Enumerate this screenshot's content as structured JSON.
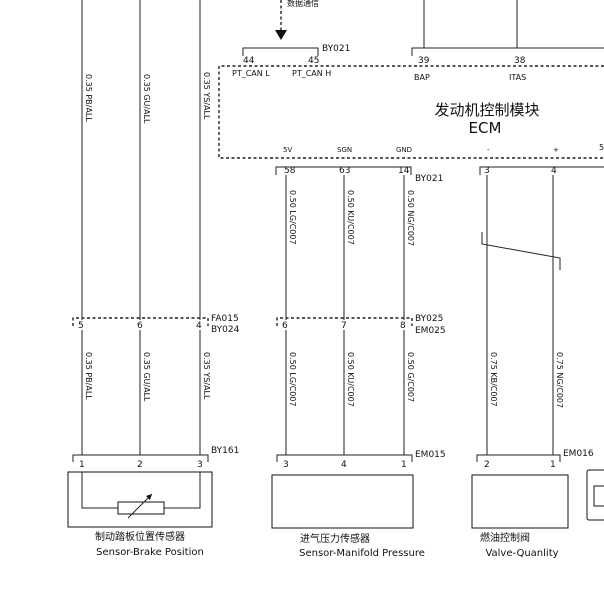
{
  "top_note": "数据通信",
  "ecm": {
    "name_cn": "发动机控制模块",
    "name_en": "ECM",
    "pins_top": [
      {
        "num": "44",
        "label": "PT_CAN L"
      },
      {
        "num": "45",
        "label": "PT_CAN H"
      },
      {
        "num": "39",
        "label": "BAP"
      },
      {
        "num": "38",
        "label": "ITAS"
      }
    ],
    "pins_bottom": [
      {
        "num": "58",
        "label": "5V"
      },
      {
        "num": "63",
        "label": "SGN"
      },
      {
        "num": "14",
        "label": "GND"
      },
      {
        "num": "3",
        "label": "-"
      },
      {
        "num": "4",
        "label": "+"
      },
      {
        "num": "5",
        "label": ""
      }
    ],
    "conn_top": "BY021",
    "conn_bottom": "BY021"
  },
  "wires": {
    "left_upper": [
      "0.35 PB/ALL",
      "0.35 GU/ALL",
      "0.35 YS/ALL"
    ],
    "left_lower": [
      "0.35 PB/ALL",
      "0.35 GU/ALL",
      "0.35 YS/ALL"
    ],
    "mid_upper": [
      "0.50 LG/C007",
      "0.50 KU/C007",
      "0.50 NG/C007"
    ],
    "mid_lower": [
      "0.50 LG/C007",
      "0.50 KU/C007",
      "0.50 G/C007"
    ],
    "right_lower": [
      "0.75 KB/C007",
      "0.75 NG/C007"
    ]
  },
  "connectors": {
    "fa015": {
      "line1": "FA015",
      "line2": "BY024",
      "pins": [
        "5",
        "6",
        "4"
      ]
    },
    "by025": {
      "line1": "BY025",
      "line2": "EM025",
      "pins": [
        "6",
        "7",
        "8"
      ]
    },
    "by161": {
      "label": "BY161",
      "pins": [
        "1",
        "2",
        "3"
      ]
    },
    "em015": {
      "label": "EM015",
      "pins": [
        "3",
        "4",
        "1"
      ]
    },
    "em016": {
      "label": "EM016",
      "pins": [
        "2",
        "1"
      ]
    }
  },
  "components": {
    "brake": {
      "cn": "制动踏板位置传感器",
      "en": "Sensor-Brake Position"
    },
    "manifold": {
      "cn": "进气压力传感器",
      "en": "Sensor-Manifold Pressure"
    },
    "valve": {
      "cn": "燃油控制阀",
      "en": "Valve-Quanlity"
    }
  }
}
